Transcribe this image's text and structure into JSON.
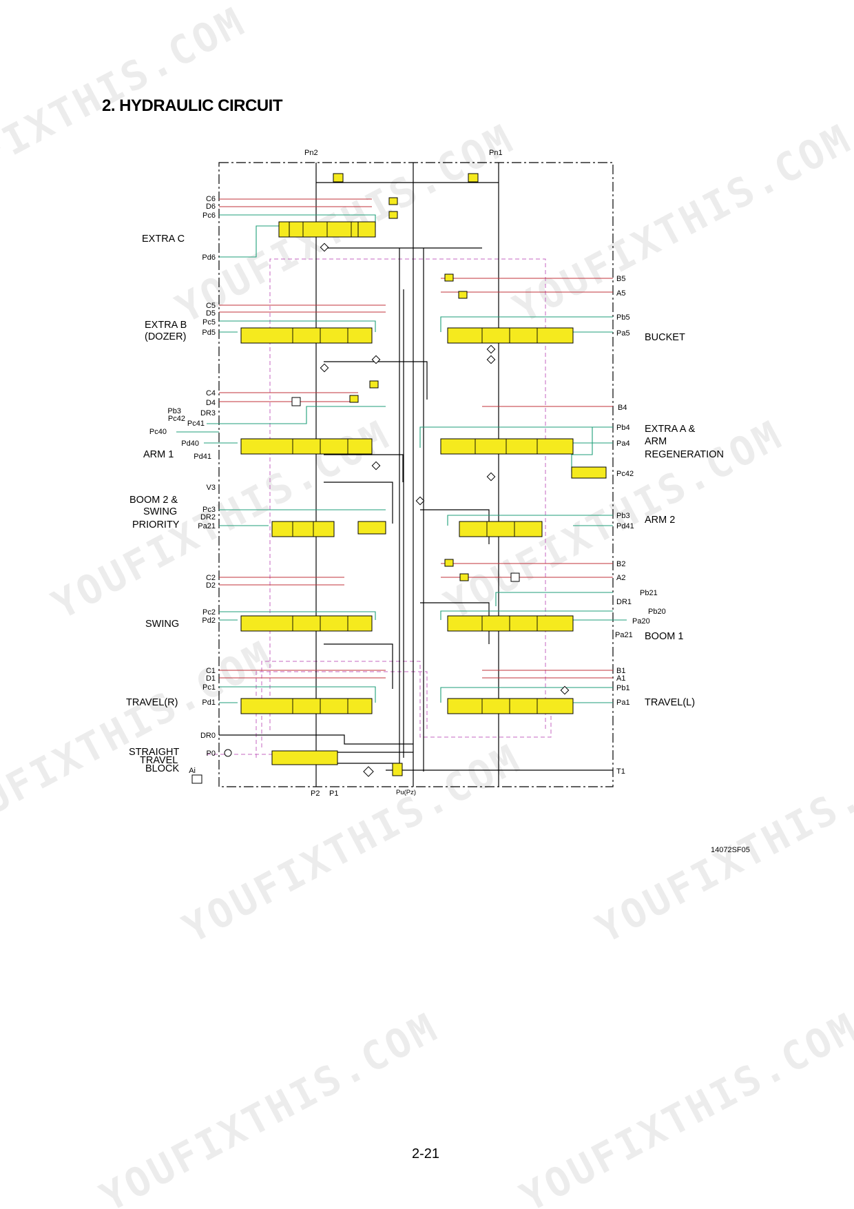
{
  "title": "2.  HYDRAULIC CIRCUIT",
  "figure_code": "14072SF05",
  "page_number": "2-21",
  "watermark": "YOUFIXTHIS.COM",
  "colors": {
    "spool_fill": "#f5ea1e",
    "pilot_line": "#1d9e78",
    "pressure_line": "#c0303a",
    "drain_dash": "#c466c0",
    "main_line": "#000000"
  },
  "top_ports": {
    "pn2": "Pn2",
    "pn1": "Pn1"
  },
  "bottom_ports": {
    "p2": "P2",
    "p1": "P1",
    "pu": "Pu(Pz)"
  },
  "left_sections": {
    "extra_c": "EXTRA C",
    "extra_b_1": "EXTRA B",
    "extra_b_2": "(DOZER)",
    "arm1": "ARM 1",
    "boom2_1": "BOOM 2 &",
    "boom2_2": "SWING",
    "boom2_3": "PRIORITY",
    "swing": "SWING",
    "travel_r": "TRAVEL(R)",
    "stb_1": "STRAIGHT",
    "stb_2": "TRAVEL",
    "stb_3": "BLOCK"
  },
  "right_sections": {
    "bucket": "BUCKET",
    "extra_a_1": "EXTRA A &",
    "extra_a_2": "ARM",
    "extra_a_3": "REGENERATION",
    "arm2": "ARM 2",
    "boom1": "BOOM 1",
    "travel_l": "TRAVEL(L)"
  },
  "left_ports": {
    "c6": "C6",
    "d6": "D6",
    "pc6": "Pc6",
    "pd6": "Pd6",
    "c5": "C5",
    "d5": "D5",
    "pc5": "Pc5",
    "pd5": "Pd5",
    "c4": "C4",
    "d4": "D4",
    "dr3": "DR3",
    "pb3": "Pb3",
    "pc42": "Pc42",
    "pc41": "Pc41",
    "pc40": "Pc40",
    "pd40": "Pd40",
    "pd41": "Pd41",
    "v3": "V3",
    "pc3": "Pc3",
    "dr2": "DR2",
    "pa21": "Pa21",
    "c2": "C2",
    "d2": "D2",
    "pc2": "Pc2",
    "pd2": "Pd2",
    "c1": "C1",
    "d1": "D1",
    "pc1": "Pc1",
    "pd1": "Pd1",
    "dr0": "DR0",
    "p0": "P0",
    "ai": "Ai"
  },
  "right_ports": {
    "b5": "B5",
    "a5": "A5",
    "pb5": "Pb5",
    "pa5": "Pa5",
    "b4": "B4",
    "pb4": "Pb4",
    "pa4": "Pa4",
    "pc42": "Pc42",
    "pb3": "Pb3",
    "pd41": "Pd41",
    "b2": "B2",
    "a2": "A2",
    "pb21": "Pb21",
    "dr1": "DR1",
    "pb20": "Pb20",
    "pa20": "Pa20",
    "pa21": "Pa21",
    "b1": "B1",
    "a1": "A1",
    "pb1": "Pb1",
    "pa1": "Pa1",
    "t1": "T1"
  }
}
